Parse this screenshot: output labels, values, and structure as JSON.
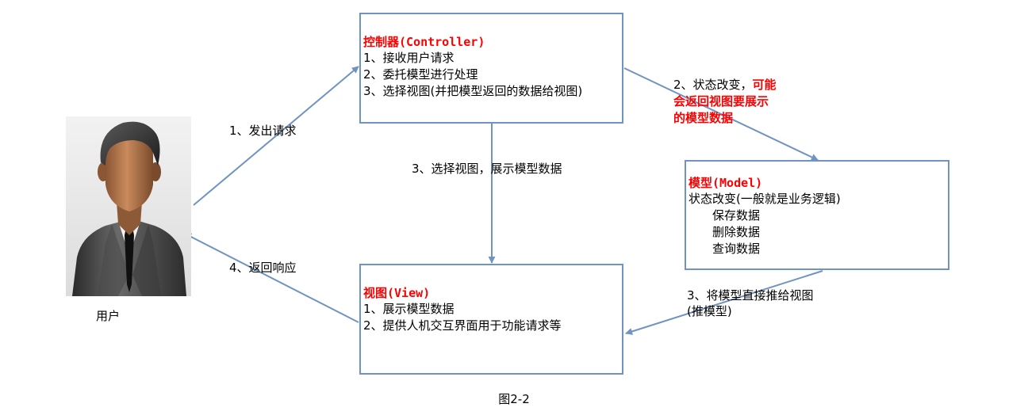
{
  "user": {
    "label": "用户"
  },
  "controller": {
    "title": "控制器(Controller)",
    "items": [
      "1、接收用户请求",
      "2、委托模型进行处理",
      "3、选择视图(并把模型返回的数据给视图)"
    ]
  },
  "model": {
    "title": "模型(Model)",
    "items": [
      "状态改变(一般就是业务逻辑)",
      "保存数据",
      "删除数据",
      "查询数据"
    ]
  },
  "view": {
    "title": "视图(View)",
    "items": [
      "1、展示模型数据",
      "2、提供人机交互界面用于功能请求等"
    ]
  },
  "edges": {
    "send_request": "1、发出请求",
    "state_change": {
      "prefix": "2、状态改变，",
      "highlight_line1": "可能",
      "highlight_line2": "会返回视图要展示",
      "highlight_line3": "的模型数据"
    },
    "select_view": "3、选择视图，展示模型数据",
    "push_model": {
      "line1": "3、将模型直接推给视图",
      "line2": "(推模型)"
    },
    "return_response": "4、返回响应"
  },
  "caption": "图2-2",
  "colors": {
    "box_border": "#6f93c2",
    "arrow": "#6f93c2",
    "highlight": "#ff0000"
  }
}
